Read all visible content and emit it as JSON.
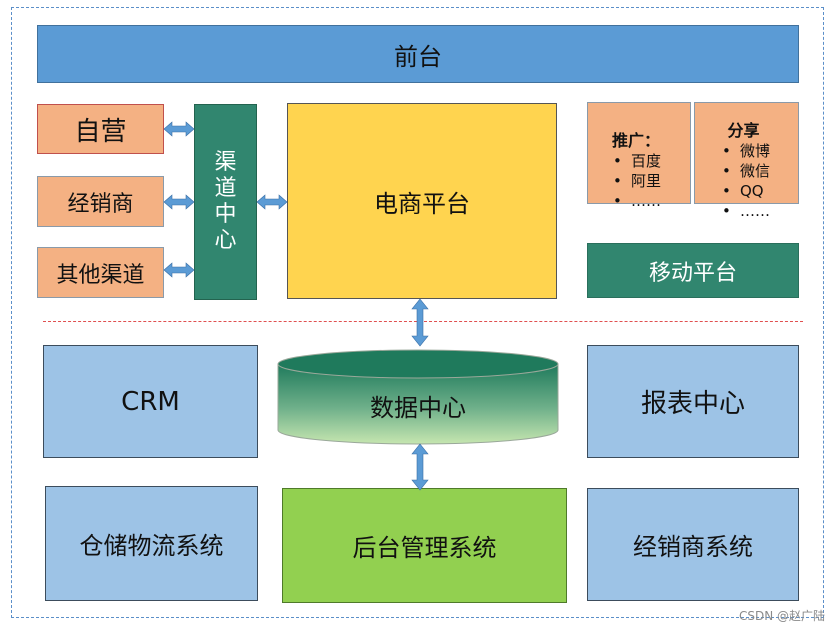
{
  "frontend": "前台",
  "channels": {
    "self": "自营",
    "dealer": "经销商",
    "other": "其他渠道"
  },
  "channel_center": [
    "渠",
    "道",
    "中",
    "心"
  ],
  "ecommerce": "电商平台",
  "promotion": {
    "title": "推广：",
    "items": [
      "百度",
      "阿里",
      "……"
    ]
  },
  "share": {
    "title": "分享",
    "items": [
      "微博",
      "微信",
      "QQ",
      "……"
    ]
  },
  "mobile": "移动平台",
  "crm": "CRM",
  "data_center": "数据中心",
  "report": "报表中心",
  "warehouse": "仓储物流系统",
  "backend": "后台管理系统",
  "dealer_system": "经销商系统",
  "watermark": "CSDN @赵广陆",
  "colors": {
    "frontend": "#5b9bd5",
    "channel": "#f4b183",
    "channel_center": "#31866f",
    "ecommerce": "#ffd44f",
    "mobile": "#31866f",
    "blue_box": "#9dc3e6",
    "backend": "#92d050",
    "cylinder_top": "#1f7a5c",
    "cylinder_bottom": "#c6e6b0",
    "arrow": "#5b9bd5"
  }
}
